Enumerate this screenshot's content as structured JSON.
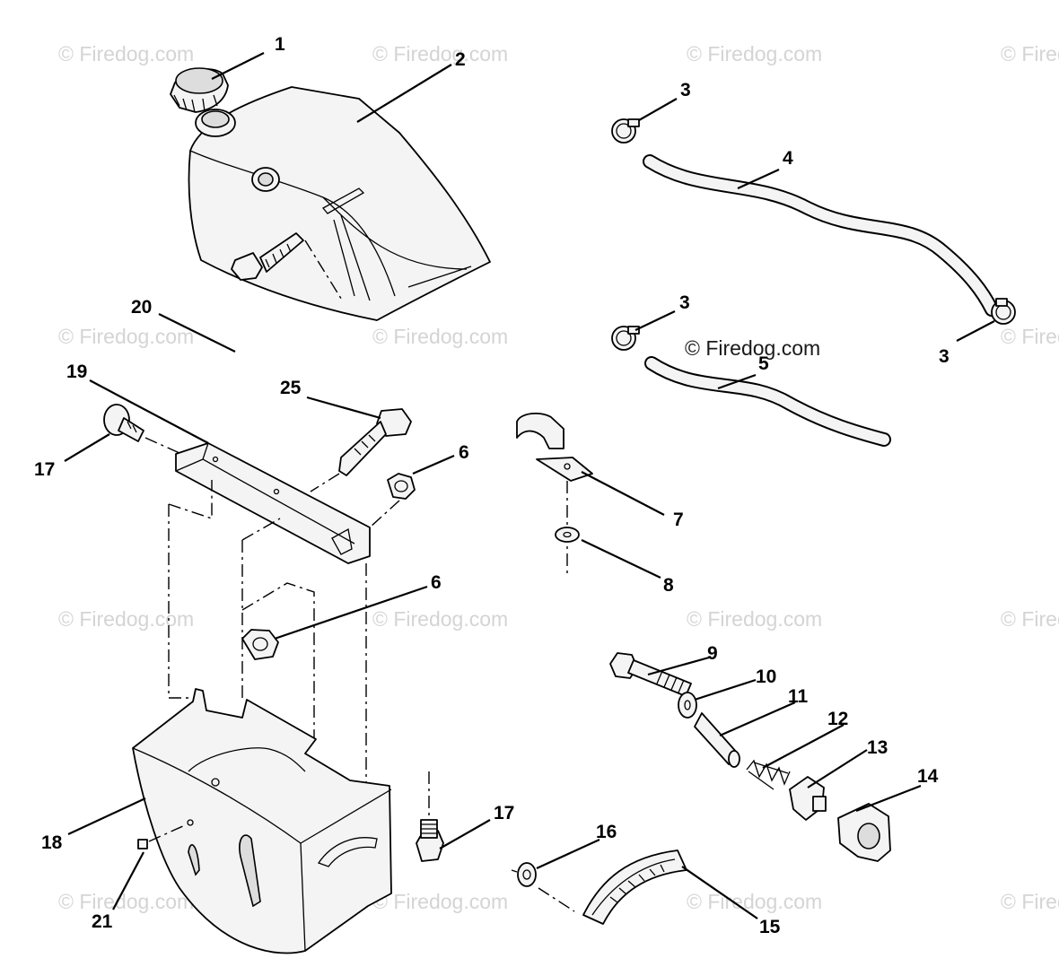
{
  "watermark_text": "© Firedog.com",
  "center_watermark_text": "© Firedog.com",
  "callouts": [
    "1",
    "2",
    "3",
    "4",
    "3",
    "3",
    "5",
    "20",
    "19",
    "25",
    "17",
    "6",
    "7",
    "8",
    "6",
    "9",
    "10",
    "11",
    "12",
    "13",
    "14",
    "18",
    "17",
    "16",
    "15",
    "21"
  ]
}
